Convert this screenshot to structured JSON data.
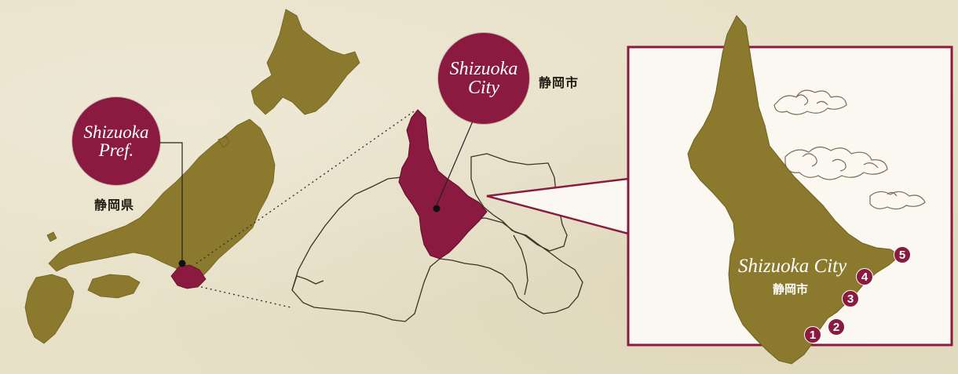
{
  "pref_label": {
    "en_line1": "Shizuoka",
    "en_line2": "Pref.",
    "ja": "静岡県"
  },
  "city_label": {
    "en_line1": "Shizuoka",
    "en_line2": "City",
    "ja": "静岡市"
  },
  "inset": {
    "title": "Shizuoka City",
    "sub": "静岡市"
  },
  "markers": [
    "1",
    "2",
    "3",
    "4",
    "5"
  ],
  "colors": {
    "land": "#8b7a2e",
    "highlight": "#8a1a3f",
    "paper": "#e8e1c8",
    "inset_bg": "#fbf8f1"
  }
}
